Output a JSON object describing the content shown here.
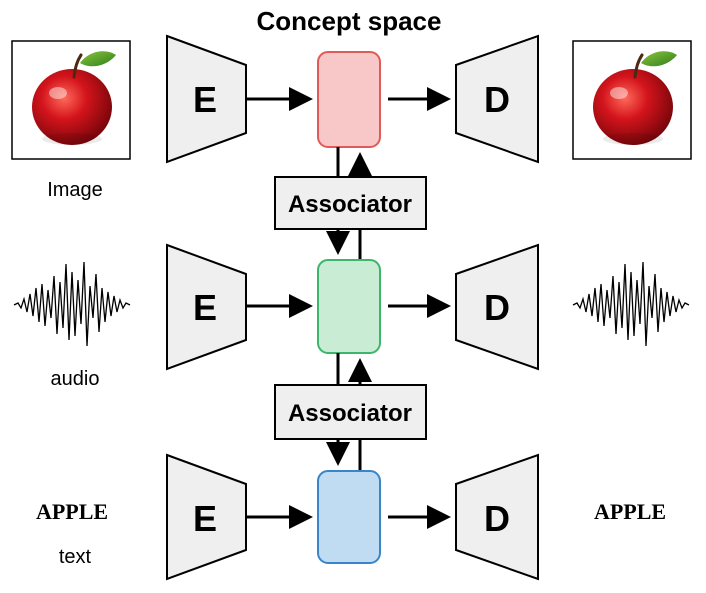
{
  "title": "Concept space",
  "encoder_label": "E",
  "decoder_label": "D",
  "associator_label": "Associator",
  "modalities": [
    {
      "name": "image",
      "input_label": "Image",
      "concept_color": "#f8c8c8",
      "concept_border": "#e05a5a"
    },
    {
      "name": "audio",
      "input_label": "audio",
      "concept_color": "#c8ecd4",
      "concept_border": "#3db56a"
    },
    {
      "name": "text",
      "input_label": "text",
      "word": "APPLE",
      "concept_color": "#c0dcf2",
      "concept_border": "#3a84c8"
    }
  ],
  "icons": {
    "image": "apple-photo",
    "audio": "waveform",
    "text": "word"
  },
  "colors": {
    "block_fill": "#efefef",
    "block_stroke": "#000000",
    "arrow": "#000000"
  }
}
